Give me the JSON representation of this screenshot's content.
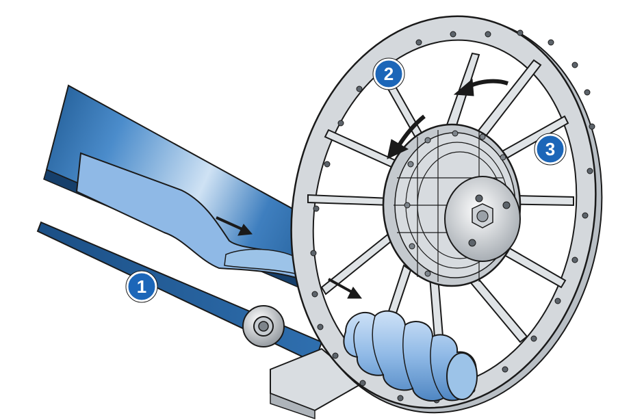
{
  "diagram": {
    "callouts": [
      {
        "id": "1",
        "label": "1"
      },
      {
        "id": "2",
        "label": "2"
      },
      {
        "id": "3",
        "label": "3"
      }
    ],
    "colors": {
      "belt_dark": "#1f5a93",
      "belt_mid": "#3f7fbf",
      "belt_light": "#9cc3e8",
      "product": "#8fb9e6",
      "wheel_rim": "#c9ced3",
      "wheel_outline": "#333333",
      "hub": "#d2d6da",
      "callout_fill": "#1c66b8",
      "callout_ring": "#ffffff",
      "arrow": "#1a1a1a"
    },
    "icons": [
      "flow-arrow-icon",
      "rotation-arrow-icon"
    ]
  }
}
